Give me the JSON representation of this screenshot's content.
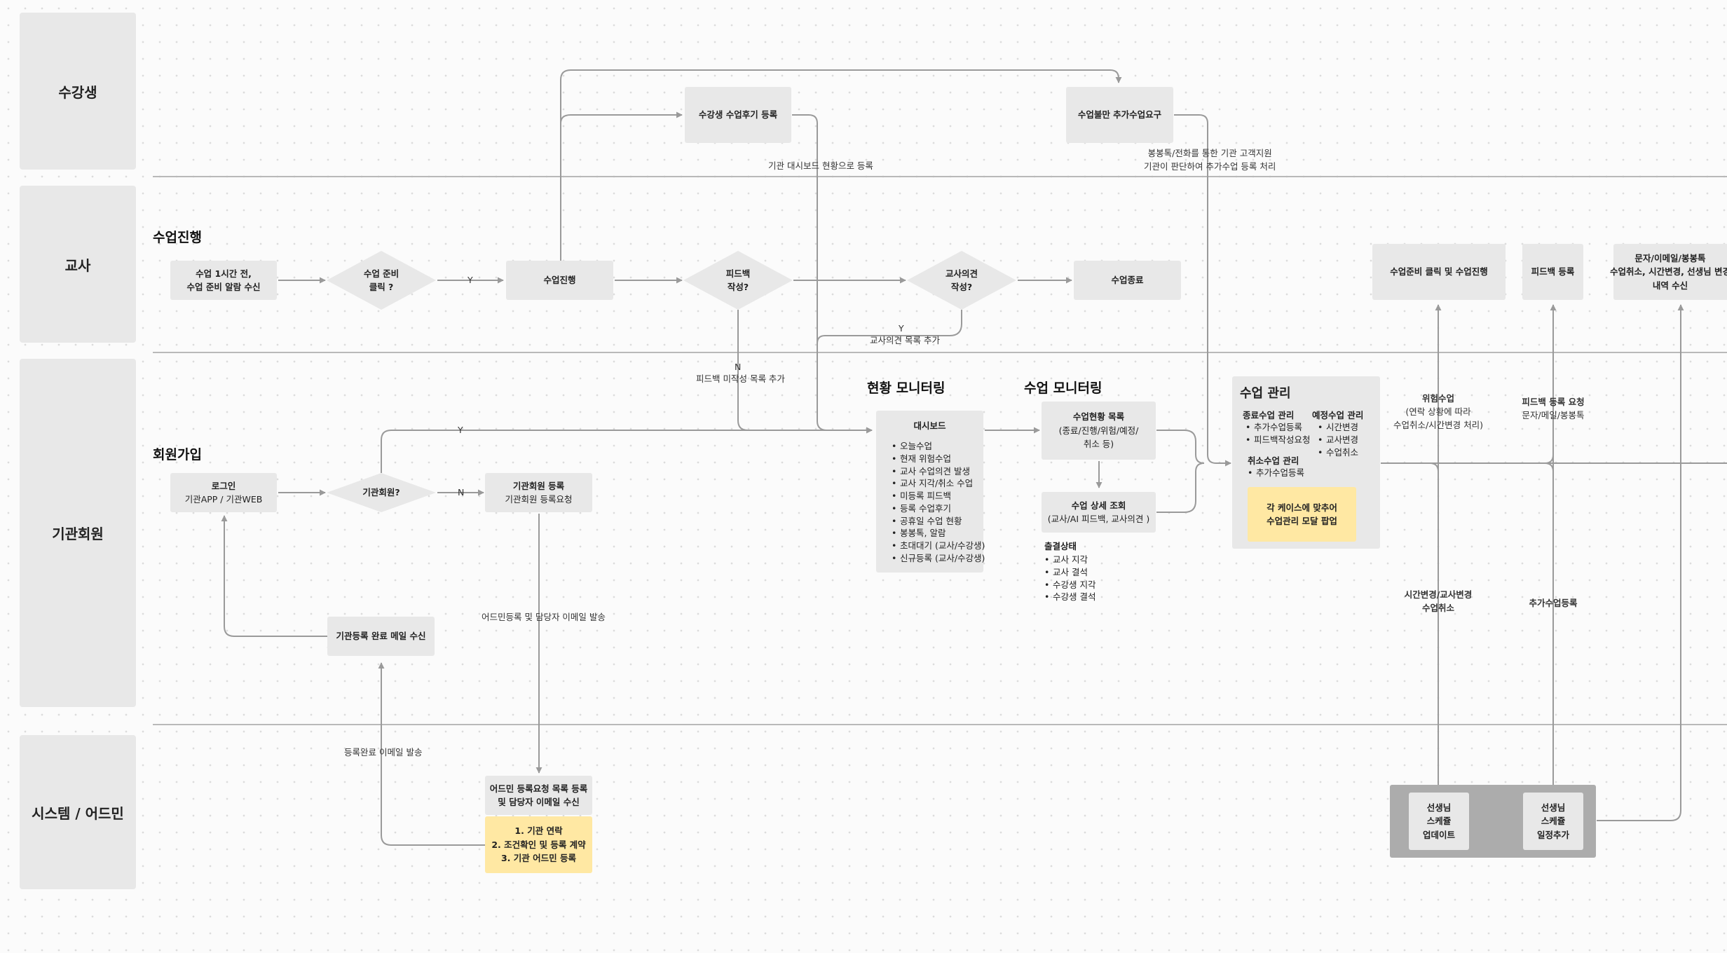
{
  "lanes": {
    "student": "수강생",
    "teacher": "교사",
    "institution": "기관회원",
    "system": "시스템 / 어드민"
  },
  "sections": {
    "lesson_progress": "수업진행",
    "signup": "회원가입",
    "status_monitoring": "현황 모니터링",
    "lesson_monitoring": "수업 모니터링",
    "lesson_management": "수업 관리"
  },
  "student_nodes": {
    "review": "수강생 수업후기 등록",
    "complaint": "수업불만 추가수업요구"
  },
  "teacher_nodes": {
    "alarm": [
      "수업 1시간 전,",
      "수업 준비 알람 수신"
    ],
    "prep_click": [
      "수업 준비",
      "클릭 ?"
    ],
    "progress": "수업진행",
    "feedback_q": [
      "피드백",
      "작성?"
    ],
    "opinion_q": [
      "교사의견",
      "작성?"
    ],
    "end": "수업종료",
    "prep_progress": "수업준비 클릭 및 수업진행",
    "feedback_reg": "피드백 등록",
    "notify": [
      "문자/이메일/봉봉톡",
      "수업취소, 시간변경, 선생님 변경",
      "내역 수신"
    ]
  },
  "institution_nodes": {
    "login_title": "로그인",
    "login_sub": "기관APP / 기관WEB",
    "member_q": "기관회원?",
    "register_title": "기관회원 등록",
    "register_sub": "기관회원 등록요청",
    "done_mail": "기관등록 완료 메일 수신",
    "dashboard_title": "대시보드",
    "dashboard_items": [
      "오늘수업",
      "현재 위험수업",
      "교사 수업의견 발생",
      "교사 지각/취소 수업",
      "미등록 피드백",
      "등록 수업후기",
      "공휴일 수업 현황",
      "봉봉톡, 알람",
      "초대대기 (교사/수강생)",
      "신규등록 (교사/수강생)"
    ],
    "status_list_title": "수업현황  목록",
    "status_list_sub": [
      "(종료/진행/위험/예정/",
      "취소 등)"
    ],
    "detail_title": "수업 상세 조회",
    "detail_sub": "(교사/AI 피드백, 교사의견 )",
    "attendance_title": "출결상태",
    "attendance_items": [
      "교사 지각",
      "교사 결석",
      "수강생 지각",
      "수강생 결석"
    ],
    "ended_title": "종료수업 관리",
    "ended_items": [
      "추가수업등록",
      "피드백작성요청"
    ],
    "planned_title": "예정수업 관리",
    "planned_items": [
      "시간변경",
      "교사변경",
      "수업취소"
    ],
    "cancelled_title": "취소수업 관리",
    "cancelled_items": [
      "추가수업등록"
    ],
    "modal": [
      "각 케이스에 맞추어",
      "수업관리 모달 팝업"
    ]
  },
  "system_nodes": {
    "admin_list": [
      "어드민 등록요청 목록 등록",
      "및 담당자 이메일 수신"
    ],
    "steps": [
      "1. 기관 연락",
      "2. 조건확인 및 등록 계약",
      "3. 기관 어드민 등록"
    ],
    "update_schedule": [
      "선생님",
      "스케쥴",
      "업데이트"
    ],
    "add_schedule": [
      "선생님",
      "스케쥴",
      "일정추가"
    ]
  },
  "labels": {
    "yes": "Y",
    "no": "N",
    "dashboard_reg": "기관 대시보드 현황으로 등록",
    "support": [
      "봉봉톡/전화를 통한 기관 고객지원",
      "기관이 판단하여 추가수업 등록 처리"
    ],
    "opinion_list": "교사의견 목록 추가",
    "feedback_missing": "피드백 미작성 목록 추가",
    "admin_email": "어드민등록 및 담당자 이메일 발송",
    "reg_email": "등록완료 이메일 발송",
    "risk_title": "위험수업",
    "risk_sub": [
      "(연락 상황에 따라",
      "수업취소/시간변경 처리)"
    ],
    "fb_request_title": "피드백 등록 요청",
    "fb_request_sub": "문자/메일/봉봉톡",
    "time_change": [
      "시간변경/교사변경",
      "수업취소"
    ],
    "add_lesson": "추가수업등록"
  },
  "colors": {
    "box": "#e8e8e8",
    "highlight": "#ffe8a3",
    "connector": "#9a9a9a",
    "schedule_group": "#acacac"
  }
}
